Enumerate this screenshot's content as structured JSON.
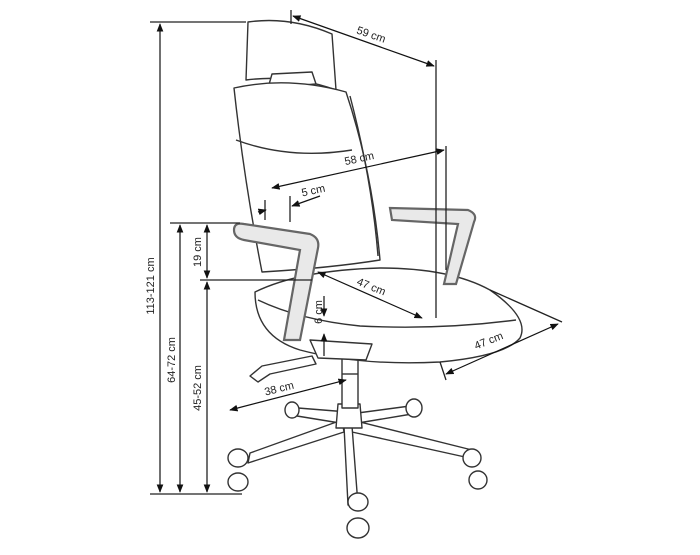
{
  "dimensions": {
    "total_height": "113-121 cm",
    "armrest_height": "64-72 cm",
    "seat_height": "45-52 cm",
    "arm_to_seat": "19 cm",
    "backrest_width": "59 cm",
    "seat_to_back_width": "58 cm",
    "backrest_thickness": "5 cm",
    "seat_depth": "47 cm",
    "seat_width": "47 cm",
    "seat_thickness": "6 cm",
    "base_radius": "38 cm"
  }
}
